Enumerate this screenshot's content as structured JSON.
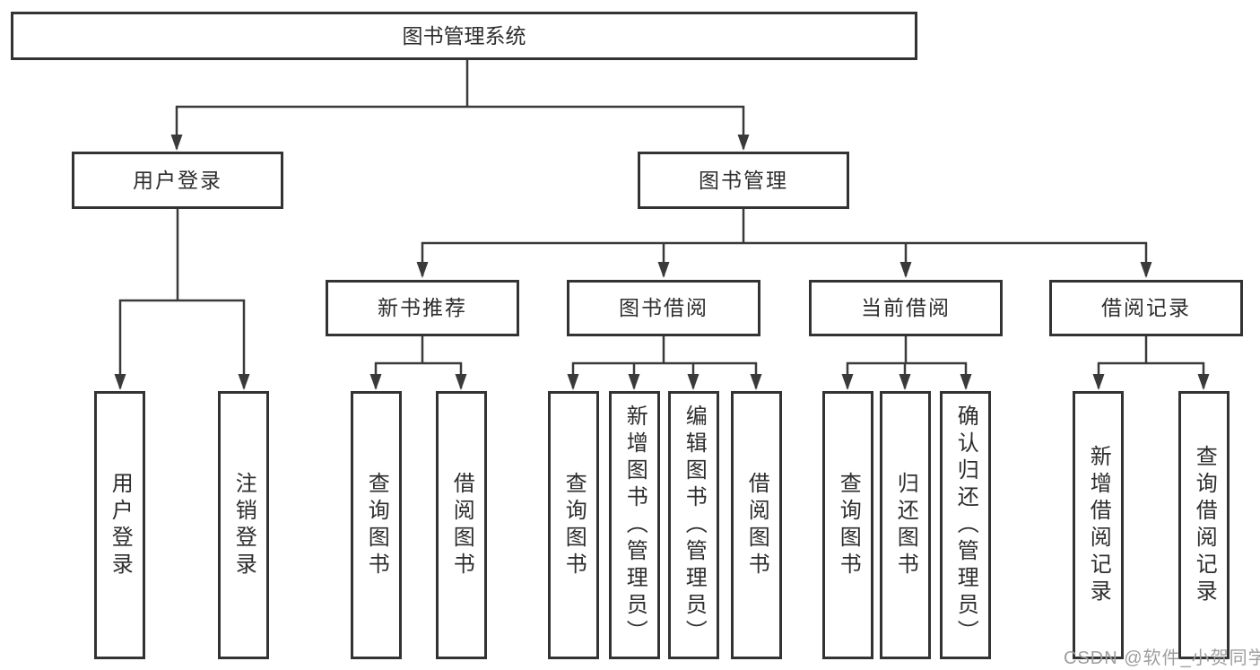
{
  "diagram": {
    "title": "图书管理系统",
    "branches": [
      {
        "label": "用户登录",
        "leaves": [
          "用户登录",
          "注销登录"
        ]
      },
      {
        "label": "图书管理",
        "groups": [
          {
            "label": "新书推荐",
            "leaves": [
              "查询图书",
              "借阅图书"
            ]
          },
          {
            "label": "图书借阅",
            "leaves": [
              "查询图书",
              "新增图书（管理员）",
              "编辑图书（管理员）",
              "借阅图书"
            ]
          },
          {
            "label": "当前借阅",
            "leaves": [
              "查询图书",
              "归还图书",
              "确认归还（管理员）"
            ]
          },
          {
            "label": "借阅记录",
            "leaves": [
              "新增借阅记录",
              "查询借阅记录"
            ]
          }
        ]
      }
    ]
  },
  "watermark": "CSDN @软件_小贺同学",
  "colors": {
    "line": "#3a3a3a",
    "box_border": "#333333",
    "text": "#2d2d2d",
    "watermark": "#9e9e9e",
    "background": "#ffffff"
  }
}
